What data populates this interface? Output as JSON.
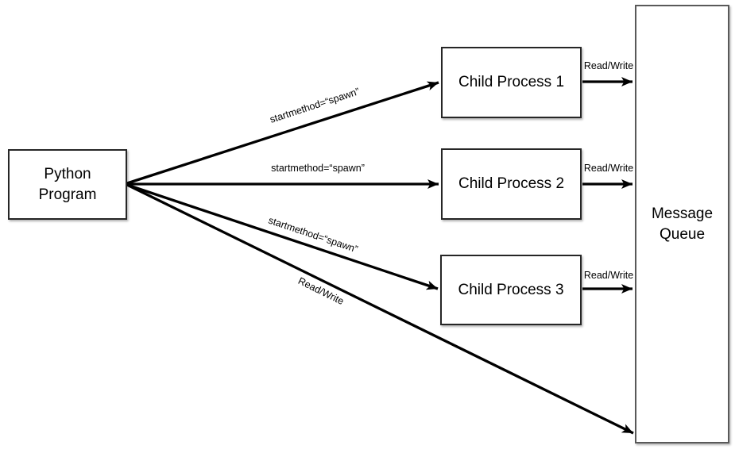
{
  "diagram": {
    "nodes": {
      "python_program": {
        "label": "Python Program"
      },
      "child_process_1": {
        "label": "Child Process 1"
      },
      "child_process_2": {
        "label": "Child Process 2"
      },
      "child_process_3": {
        "label": "Child Process 3"
      },
      "message_queue": {
        "label": "Message Queue"
      }
    },
    "edge_labels": {
      "spawn_to_child_1": "startmethod=“spawn”",
      "spawn_to_child_2": "startmethod=“spawn”",
      "spawn_to_child_3": "startmethod=“spawn”",
      "python_to_queue": "Read/Write",
      "child_1_to_queue": "Read/Write",
      "child_2_to_queue": "Read/Write",
      "child_3_to_queue": "Read/Write"
    },
    "colors": {
      "arrow": "#000000",
      "node_border": "#262626",
      "queue_border": "#595959",
      "background": "#ffffff",
      "text": "#000000"
    }
  }
}
